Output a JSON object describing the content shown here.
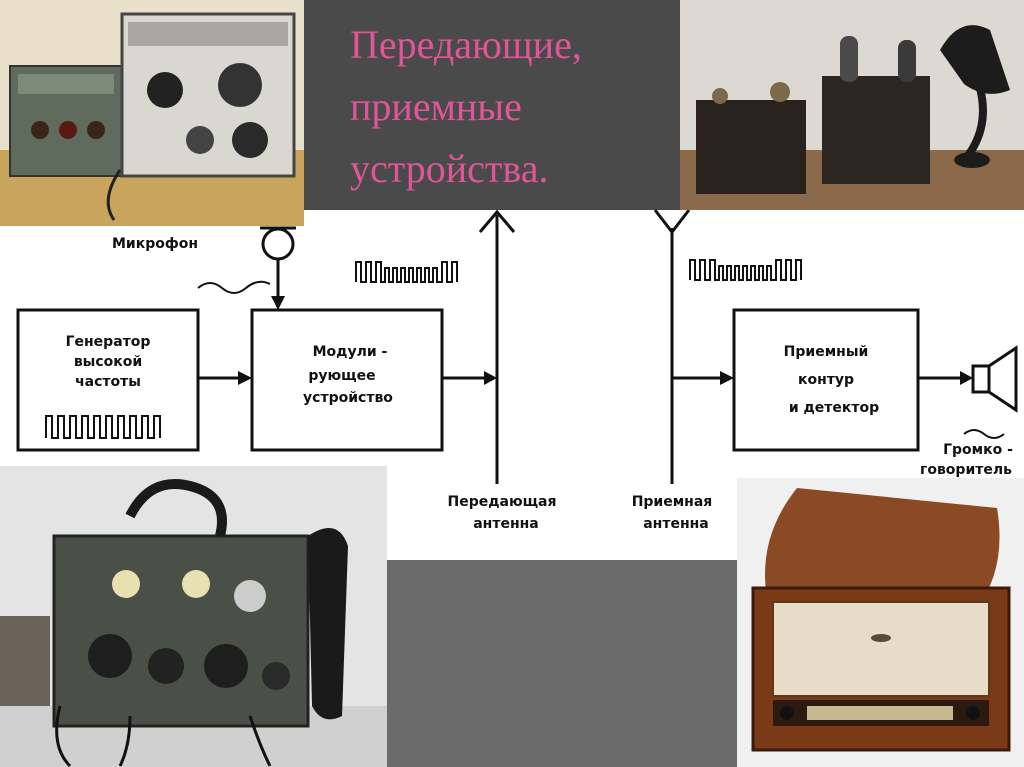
{
  "slide": {
    "title_lines": [
      "Передающие,",
      "приемные",
      "устройства."
    ],
    "title_color": "#e0559a",
    "panel_color": "#4a4a4a"
  },
  "diagram": {
    "microphone": "Микрофон",
    "generator": [
      "Генератор",
      "высокой",
      "частоты"
    ],
    "modulator": [
      "Модули -",
      "рующее",
      "устройство"
    ],
    "receiver": [
      "Приемный",
      "контур",
      "и детектор"
    ],
    "tx_antenna": [
      "Передающая",
      "антенна"
    ],
    "rx_antenna": [
      "Приемная",
      "антенна"
    ],
    "speaker": [
      "Громко -",
      "говоритель"
    ]
  },
  "photos": [
    {
      "name": "military-radio-station-photo"
    },
    {
      "name": "early-tube-receiver-with-horn-photo"
    },
    {
      "name": "field-telephone-radio-photo"
    },
    {
      "name": "wooden-tube-radio-photo"
    }
  ]
}
